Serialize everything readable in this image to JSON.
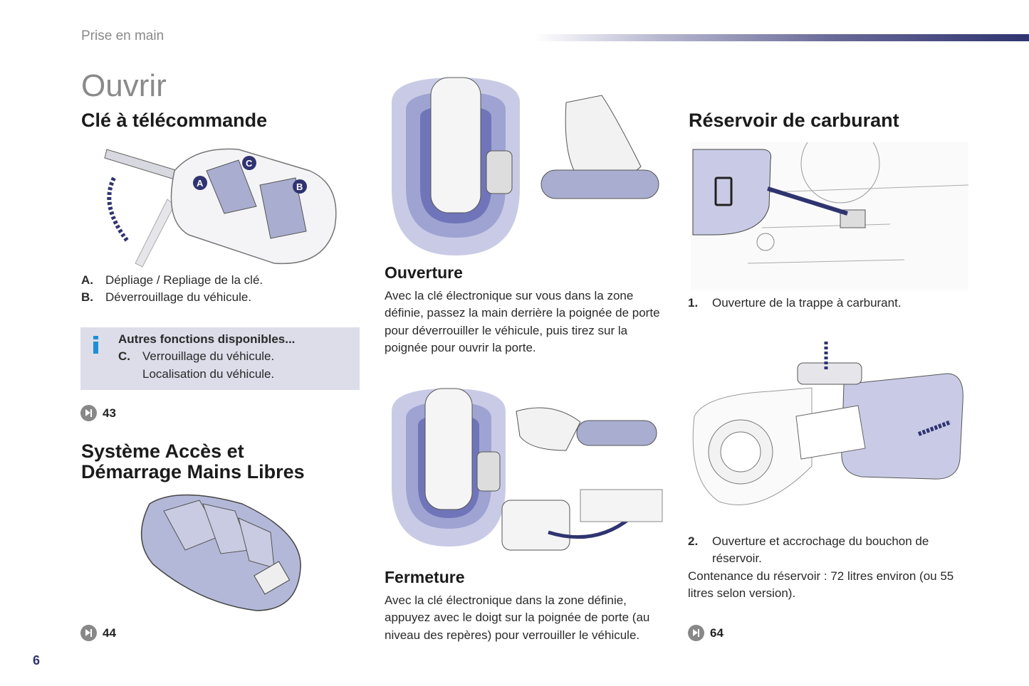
{
  "header": {
    "section": "Prise en main",
    "page_number": "6"
  },
  "title": "Ouvrir",
  "col1": {
    "heading": "Clé à télécommande",
    "items": [
      {
        "key": "A.",
        "text": "Dépliage / Repliage de la clé."
      },
      {
        "key": "B.",
        "text": "Déverrouillage du véhicule."
      }
    ],
    "info": {
      "title": "Autres fonctions disponibles...",
      "key": "C.",
      "line1": "Verrouillage du véhicule.",
      "line2": "Localisation du véhicule."
    },
    "ref1": "43",
    "heading2_line1": "Système Accès et",
    "heading2_line2": "Démarrage Mains Libres",
    "ref2": "44",
    "labels": {
      "a": "A",
      "b": "B",
      "c": "C"
    }
  },
  "col2": {
    "ouverture": {
      "heading": "Ouverture",
      "text": "Avec la clé électronique sur vous dans la zone définie, passez la main derrière la poignée de porte pour déverrouiller le véhicule, puis tirez sur la poignée pour ouvrir la porte."
    },
    "fermeture": {
      "heading": "Fermeture",
      "text": "Avec la clé électronique dans la zone définie, appuyez avec le doigt sur la poignée de porte (au niveau des repères) pour verrouiller le véhicule."
    }
  },
  "col3": {
    "heading": "Réservoir de carburant",
    "item1": {
      "key": "1.",
      "text": "Ouverture de la trappe à carburant."
    },
    "item2": {
      "key": "2.",
      "text": "Ouverture et accrochage du bouchon de réservoir."
    },
    "capacity": "Contenance du réservoir : 72 litres environ (ou 55 litres selon version).",
    "ref": "64"
  },
  "colors": {
    "accent": "#2f3470",
    "info_bg": "#dcdde9",
    "info_icon": "#1e8fd6",
    "zone": "#6f75b8"
  }
}
